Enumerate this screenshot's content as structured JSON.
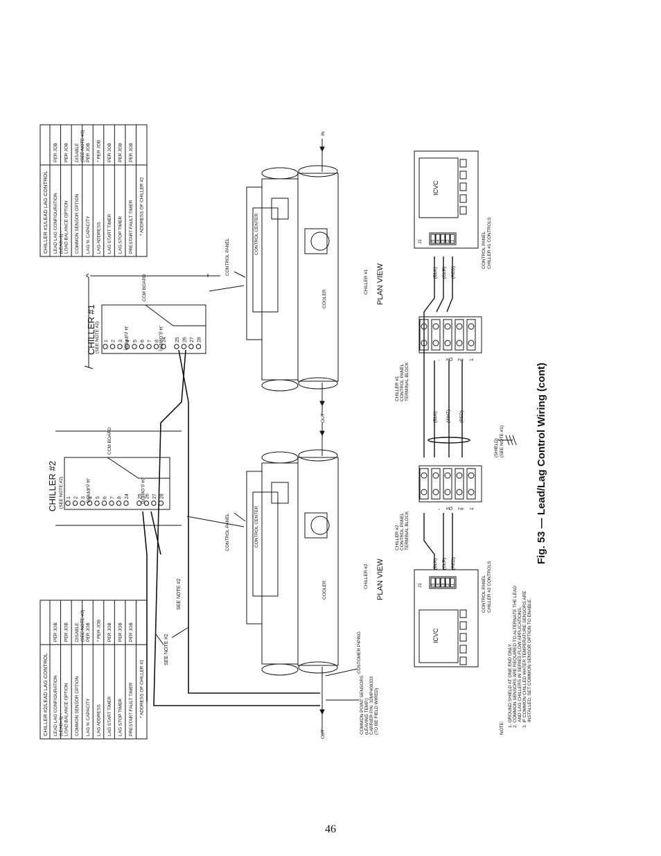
{
  "page_number": "46",
  "figure_caption": "Fig. 53 — Lead/Lag Control Wiring (cont)",
  "chiller1": {
    "header": "CHILLER #1",
    "see_note": "(SEE NOTE #2)",
    "plan_title": "CHILLER #1",
    "plan_view": "PLAN VIEW",
    "ccm_board": "CCM BOARD",
    "j4_upper": "J4 (UPPER)",
    "j4_lower": "J4 (LOWER)",
    "upper_pins": [
      "1",
      "2",
      "3",
      "4",
      "5",
      "6",
      "7",
      "8",
      "24"
    ],
    "lower_pins": [
      "25",
      "26",
      "27",
      "28"
    ],
    "control_panel": "CONTROL PANEL",
    "control_center": "CONTROL CENTER",
    "cooler": "COOLER",
    "terminal_block": [
      "CHILLER #1",
      "CONTROL PANEL",
      "TERMINAL BLOCK"
    ],
    "controls_label": [
      "CONTROL PANEL",
      "CHILLER #1 CONTROLS"
    ]
  },
  "chiller2": {
    "header": "CHILLER #2",
    "see_note": "(SEE NOTE #2)",
    "plan_title": "CHILLER #2",
    "plan_view": "PLAN VIEW",
    "ccm_board": "CCM BOARD",
    "j4_upper": "J4 (UPPER)",
    "j4_lower": "J4 (LOWER)",
    "upper_pins": [
      "1",
      "2",
      "3",
      "4",
      "5",
      "6",
      "7",
      "8",
      "24"
    ],
    "lower_pins": [
      "25",
      "26",
      "27",
      "28"
    ],
    "control_panel": "CONTROL PANEL",
    "control_center": "CONTROL CENTER",
    "cooler": "COOLER",
    "terminal_block": [
      "CHILLER #2",
      "CONTROL PANEL",
      "TERMINAL BLOCK"
    ],
    "controls_label": [
      "CONTROL PANEL",
      "CHILLER #2 CONTROLS"
    ]
  },
  "table1": {
    "title": "CHILLER #1/LEAD LAG CONTROL",
    "rows": [
      [
        "LEAD LAG CONFIGURATION (LEAD=1) - (LAG=2)",
        "PER JOB"
      ],
      [
        "LOAD BALANCE OPTION",
        "PER JOB"
      ],
      [
        "COMMON SENSOR OPTION",
        "DISABLE (SEE NOTE #3)"
      ],
      [
        "LAG % CAPACITY",
        "PER JOB"
      ],
      [
        "LAG ADDRESS",
        "* PER JOB"
      ],
      [
        "LAG START TIMER",
        "PER JOB"
      ],
      [
        "LAG STOP TIMER",
        "PER JOB"
      ],
      [
        "PRESTART FAULT TIMER",
        "PER JOB"
      ]
    ],
    "footnote": "* ADDRESS OF CHILLER #2"
  },
  "table2": {
    "title": "CHILLER #2/LEAD LAG CONTROL",
    "rows": [
      [
        "LEAD LAG CONFIGURATION (LEAD=1) - (LAG=2)",
        "PER JOB"
      ],
      [
        "LOAD BALANCE OPTION",
        "PER JOB"
      ],
      [
        "COMMON SENSOR OPTION",
        "DISABLE (SEE NOTE #3)"
      ],
      [
        "LAG % CAPACITY",
        "PER JOB"
      ],
      [
        "LAG ADDRESS",
        "* PER JOB"
      ],
      [
        "LAG START TIMER",
        "PER JOB"
      ],
      [
        "LAG STOP TIMER",
        "PER JOB"
      ],
      [
        "PRESTART FAULT TIMER",
        "PER JOB"
      ]
    ],
    "footnote": "* ADDRESS OF CHILLER #1"
  },
  "labels": {
    "see_note_2": "SEE NOTE #2",
    "customer_piping": "CUSTOMER PIPING",
    "common_point_sensors": [
      "COMMON POINT SENSORS",
      "(LEAVING TEMP.)",
      "CARRIER P/N: 32MP400333",
      "(TO BE FIELD WIRED)"
    ],
    "in": "IN",
    "out": "OUT",
    "shield": [
      "(SHIELD)",
      "(SEE NOTE #1)"
    ],
    "icvc": "ICVC",
    "j1": "J1",
    "wires_left": [
      "(BLK)",
      "(CLR)",
      "(RED)"
    ],
    "wires_mid": [
      "(BLK)",
      "(WHT)",
      "(RED)"
    ],
    "wires_right": [
      "(BLK)",
      "(CLR)",
      "(RED)"
    ],
    "tb_signs": [
      "-",
      "G",
      "+"
    ],
    "j1_pins": [
      "5",
      "4",
      "3",
      "2",
      "1"
    ],
    "j1_signs": [
      "-",
      "G",
      "+"
    ]
  },
  "notes": {
    "heading": "NOTE:",
    "items": [
      "1. GROUND SHIELD AT ONE END ONLY.",
      "2. COMMON SENSORS ARE REQUIRED TO ALTERNATE THE LEAD AND LAG CHILLERS IN SERIES FLOW APPLICATIONS.",
      "3. IF COMMON CHILLED WATER TEMPERATURE SENSORS ARE INSTALLED, SET COMMON SENSOR OPTION TO ENABLE."
    ]
  }
}
